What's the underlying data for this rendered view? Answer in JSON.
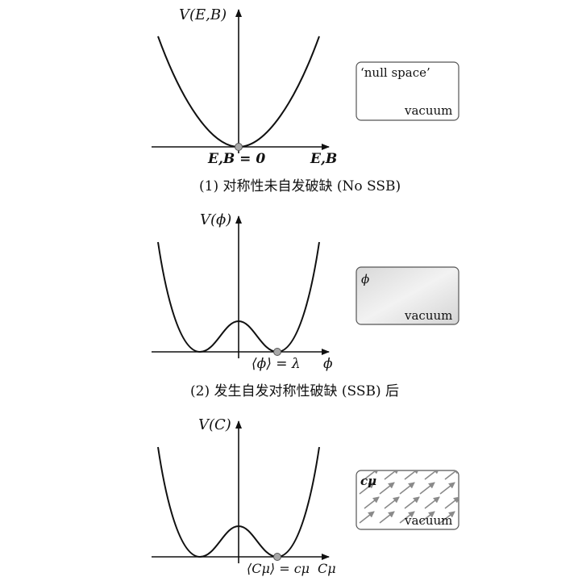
{
  "panels": [
    {
      "y_axis_label": "V(E,B)",
      "x_axis_label": "E,B",
      "minimum_label": "E,B = 0",
      "caption": "(1) 对称性未自发破缺 (No SSB)",
      "box_top_label": "‘null space’",
      "box_bottom_label": "vacuum"
    },
    {
      "y_axis_label": "V(ϕ)",
      "x_axis_label": "ϕ",
      "minimum_label": "⟨ϕ⟩ = λ",
      "caption": "(2) 发生自发对称性破缺 (SSB) 后",
      "box_top_label": "ϕ",
      "box_bottom_label": "vacuum"
    },
    {
      "y_axis_label": "V(C)",
      "x_axis_label": "Cμ",
      "minimum_label": "⟨Cμ⟩ = cμ",
      "box_top_label": "cμ",
      "box_bottom_label": "vacuum"
    }
  ],
  "colors": {
    "curve": "#111111",
    "axis": "#111111",
    "vacuum_dot": "#a8a8a8",
    "box_white": "#ffffff",
    "box_grey": "#dcdcdc",
    "arrows": "#8a8a8a"
  }
}
